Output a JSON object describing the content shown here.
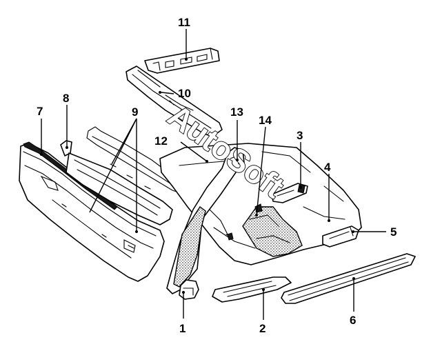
{
  "diagram": {
    "watermark": "AutoSoft",
    "callouts": [
      {
        "id": "1",
        "label": "1"
      },
      {
        "id": "2",
        "label": "2"
      },
      {
        "id": "3",
        "label": "3"
      },
      {
        "id": "4",
        "label": "4"
      },
      {
        "id": "5",
        "label": "5"
      },
      {
        "id": "6",
        "label": "6"
      },
      {
        "id": "7",
        "label": "7"
      },
      {
        "id": "8",
        "label": "8"
      },
      {
        "id": "9",
        "label": "9"
      },
      {
        "id": "10",
        "label": "10"
      },
      {
        "id": "11",
        "label": "11"
      },
      {
        "id": "12",
        "label": "12"
      },
      {
        "id": "13",
        "label": "13"
      },
      {
        "id": "14",
        "label": "14"
      }
    ]
  }
}
